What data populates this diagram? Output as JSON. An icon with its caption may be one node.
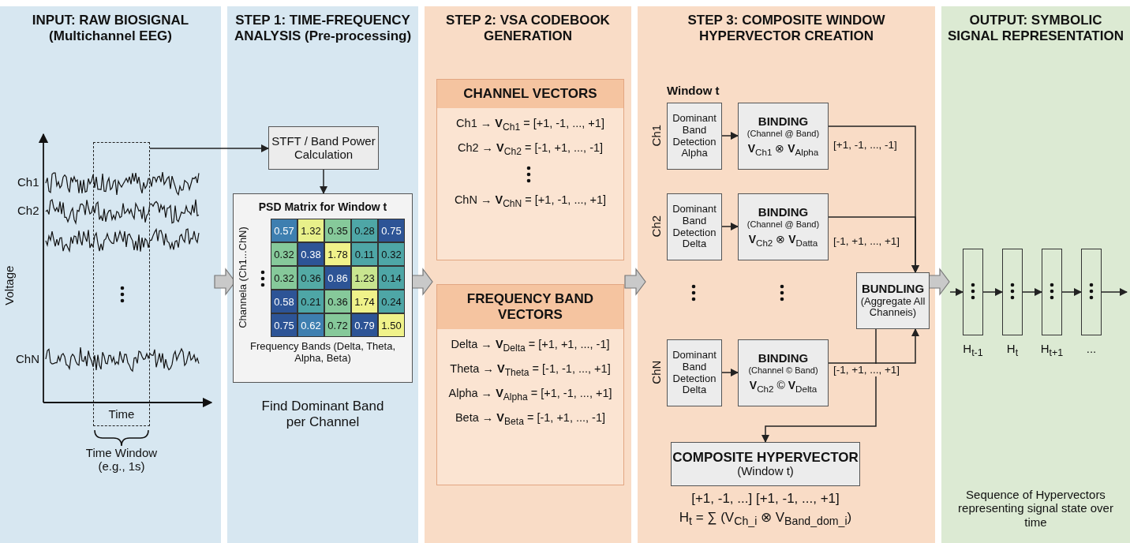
{
  "diagram": {
    "nodes": [
      {
        "text": [
          "INPUT: RAW BIOSIGNAL (Multichannel EEG)"
        ]
      },
      {
        "text": [],
        "shape": "box",
        "in": 0,
        "beside": [
          "Time Window (e.g., 1s)"
        ]
      },
      {
        "text": [
          "STEP 1: TIME-FREQUENCY ANALYSIS (Pre-processing)"
        ]
      },
      {
        "text": [
          "STFT / Band Power Calculation"
        ],
        "in": 2
      },
      {
        "text": [
          "PSD Matrix for Window t"
        ],
        "in": 2
      },
      {
        "text": [
          "STEP 2: VSA CODEBOOK GENERATION"
        ]
      },
      {
        "text": [
          "CHANNEL VECTORS",
          "Ch1 → **V**$_{Ch1}$ = [+1, -1, ..., +1]",
          "Ch2 → **V**$_{Ch2}$ = [-1, +1, ..., -1]",
          "ChN → **V**$_{ChN}$ = [+1, -1, ..., +1]"
        ],
        "in": 5
      },
      {
        "text": [
          "FREQUENCY BAND VECTORS",
          "Delta → **V**$_{Delta}$ = [+1, +1, ..., -1]",
          "Theta → **V**$_{Theta}$ = [-1, -1, ..., +1]",
          "Alpha → **V**$_{Alpha}$ = [+1, -1, ..., +1]",
          "Beta → **V**$_{Beta}$ = [-1, +1, ..., -1]"
        ],
        "in": 5
      },
      {
        "text": [
          "STEP 3: COMPOSITE WINDOW HYPERVECTOR CREATION"
        ]
      },
      {
        "text": [
          "Dominant Band Detection Alpha"
        ],
        "in": 8
      },
      {
        "text": [
          "BINDING",
          "(Channel @ Band)",
          "**V**$_{Ch1}$ ⊗ **V**$_{Alpha}$"
        ],
        "in": 8
      },
      {
        "text": [
          "Dominant Band Detection Delta"
        ],
        "in": 8
      },
      {
        "text": [
          "BINDING",
          "(Channel @ Band)",
          "**V**$_{Ch2}$ ⊗ **V**$_{Datta}$"
        ],
        "in": 8
      },
      {
        "text": [
          "Dominant Band Detection Delta"
        ],
        "in": 8
      },
      {
        "text": [
          "BINDING",
          "(Channel © Band)",
          "**V**$_{Ch2}$ © **V**$_{Delta}$"
        ],
        "in": 8
      },
      {
        "text": [
          "BUNDLING",
          "(Aggregate All Channeis)"
        ],
        "in": 8
      },
      {
        "text": [
          "COMPOSITE HYPERVECTOR",
          "(Window t)"
        ],
        "in": 8,
        "beside": [
          "[+1, -1, ...] [+1, -1, ..., +1]",
          "H$_{t}$ = ∑ (V$_{Ch_i}$ ⊗ V$_{Band_dom_i}$)"
        ]
      },
      {
        "text": [
          "OUTPUT: SYMBOLIC SIGNAL REPRESENTATION"
        ]
      },
      {
        "text": [],
        "shape": "bar",
        "in": 17,
        "beside": [
          "H$_{t-1}$"
        ]
      },
      {
        "text": [],
        "shape": "bar",
        "in": 17,
        "beside": [
          "H$_{t}$"
        ]
      },
      {
        "text": [],
        "shape": "bar",
        "in": 17,
        "beside": [
          "H$_{t+1}$"
        ]
      },
      {
        "text": [],
        "shape": "bar",
        "in": 17,
        "beside": [
          "..."
        ]
      }
    ],
    "edges": [
      {
        "from": 0,
        "to": 2,
        "arrow": "to"
      },
      {
        "from": 2,
        "to": 5,
        "arrow": "to"
      },
      {
        "from": 5,
        "to": 8,
        "arrow": "to"
      },
      {
        "from": 8,
        "to": 17,
        "arrow": "to"
      },
      {
        "from": 1,
        "to": 3,
        "arrow": "to"
      },
      {
        "from": 3,
        "to": 4,
        "arrow": "to"
      },
      {
        "from": 9,
        "to": 10,
        "arrow": "to"
      },
      {
        "from": 11,
        "to": 12,
        "arrow": "to"
      },
      {
        "from": 13,
        "to": 14,
        "arrow": "to"
      },
      {
        "from": 10,
        "to": 15,
        "arrow": "to",
        "label": "[+1, -1, ..., -1]"
      },
      {
        "from": 12,
        "to": 15,
        "arrow": "to",
        "label": "[-1, +1, ..., +1]"
      },
      {
        "from": 14,
        "to": 15,
        "arrow": "to",
        "label": "[-1, +1, ..., +1]"
      },
      {
        "from": 15,
        "to": 16,
        "arrow": "to"
      },
      {
        "from": null,
        "to": 18,
        "arrow": "to"
      },
      {
        "from": 18,
        "to": 19,
        "arrow": "to"
      },
      {
        "from": 19,
        "to": 20,
        "arrow": "to"
      },
      {
        "from": 20,
        "to": 21,
        "arrow": "to"
      },
      {
        "from": 21,
        "to": null,
        "arrow": "to"
      }
    ],
    "labels": [
      "Ch1",
      "Ch2",
      "Voltage",
      "ChN",
      "Time",
      "Channela (Ch1...ChN)",
      "0.57",
      "1.32",
      "0.35",
      "0.28",
      "0.75",
      "0.32",
      "0.38",
      "1.78",
      "0.11",
      "0.32",
      "0.32",
      "0.36",
      "0.86",
      "1.23",
      "0.14",
      "0.58",
      "0.21",
      "0.36",
      "1.74",
      "0.24",
      "0.75",
      "0.62",
      "0.72",
      "0.79",
      "1.50",
      "Frequency Bands (Delta, Theta, Alpha, Beta)",
      "Find Dominant Band per Channel",
      "Window t",
      "Ch1",
      "Ch2",
      "ChN",
      "Sequence of Hypervectors representing signal state over time"
    ]
  }
}
